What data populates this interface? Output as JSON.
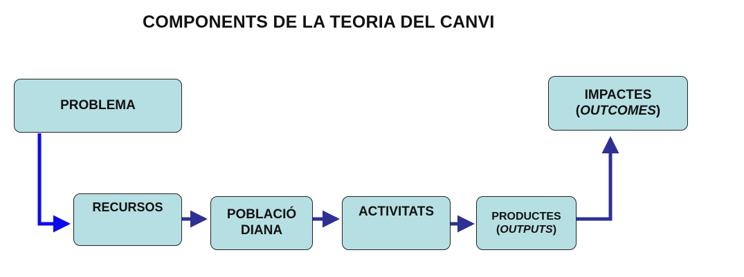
{
  "title": "COMPONENTS DE LA TEORIA DEL CANVI",
  "boxes": {
    "problema": {
      "lines": [
        "PROBLEMA"
      ]
    },
    "recursos": {
      "lines": [
        "RECURSOS"
      ]
    },
    "poblacio": {
      "lines": [
        "POBLACIÓ",
        "DIANA"
      ]
    },
    "activitats": {
      "lines": [
        "ACTIVITATS"
      ]
    },
    "productes": {
      "line1": "PRODUCTES",
      "open": "(",
      "italic": "OUTPUTS",
      "close": ")"
    },
    "impactes": {
      "line1": "IMPACTES",
      "open": "(",
      "italic": "OUTCOMES",
      "close": ")"
    }
  },
  "colors": {
    "box_fill": "#b6dfe3",
    "arrow_blue": "#0a0aee",
    "arrow_navy": "#2e3192"
  }
}
